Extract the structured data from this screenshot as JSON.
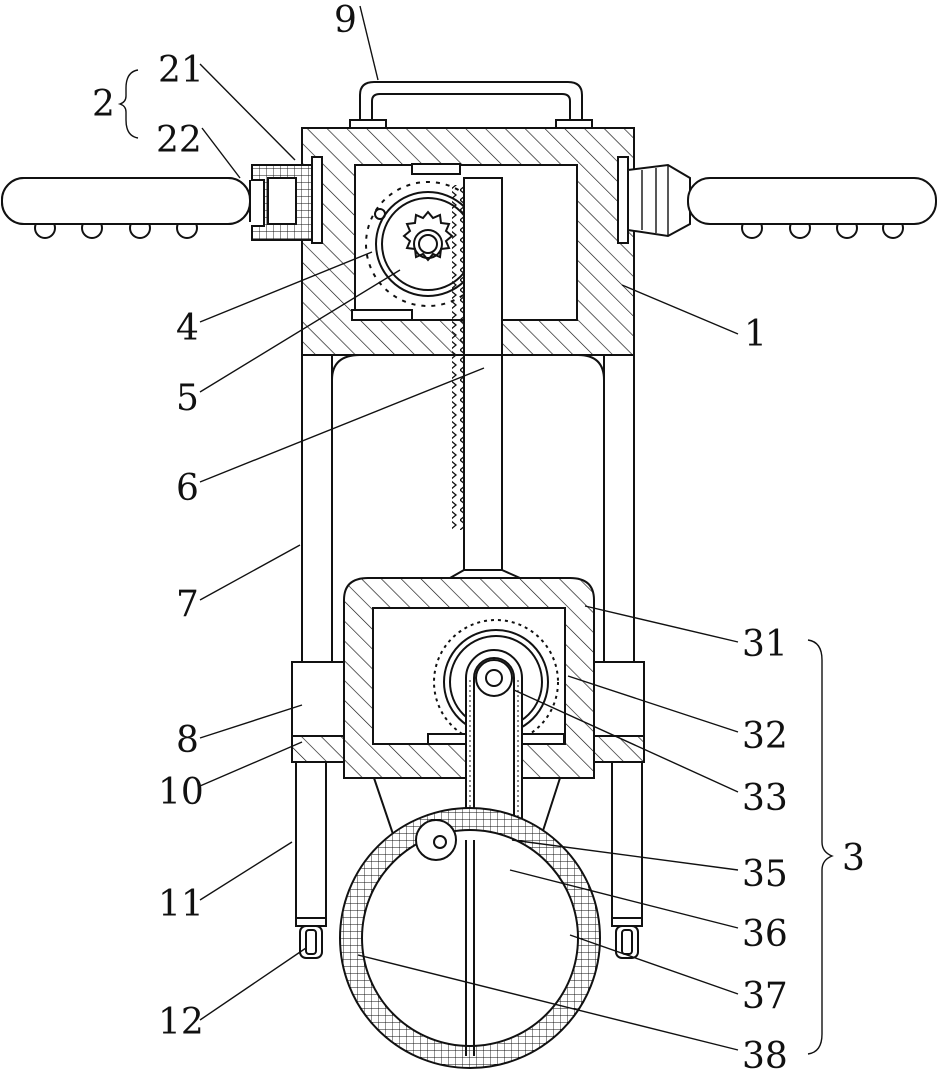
{
  "labels": {
    "l1": "1",
    "l2": "2",
    "l21": "21",
    "l22": "22",
    "l3": "3",
    "l31": "31",
    "l32": "32",
    "l33": "33",
    "l35": "35",
    "l36": "36",
    "l37": "37",
    "l38": "38",
    "l4": "4",
    "l5": "5",
    "l6": "6",
    "l7": "7",
    "l8": "8",
    "l9": "9",
    "l10": "10",
    "l11": "11",
    "l12": "12"
  },
  "colors": {
    "line": "#111111",
    "background": "#ffffff"
  }
}
